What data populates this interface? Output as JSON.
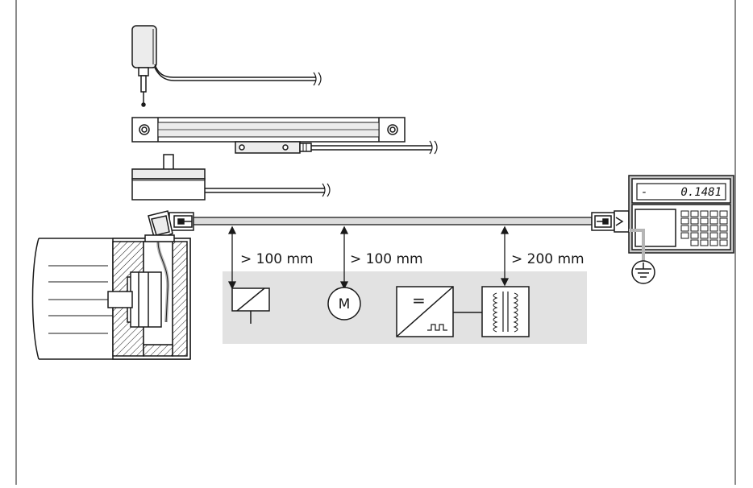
{
  "distances": {
    "relay": "> 100 mm",
    "motor": "> 100 mm",
    "transformer": "> 200 mm"
  },
  "motor_symbol": "M",
  "converter_symbol": "=",
  "display": {
    "sign": "-",
    "value": "0.1481"
  },
  "colors": {
    "line": "#1a1a1a",
    "interference_zone": "#e2e2e2",
    "cable_fill": "#dcdcdc",
    "shield_gray": "#b5b5b5",
    "device_fill": "#ececec",
    "display_panel": "#c7c7c7"
  },
  "icons": [
    "power-supply-icon",
    "linear-encoder-icon",
    "rotary-encoder-icon",
    "relay-icon",
    "motor-icon",
    "frequency-converter-icon",
    "transformer-icon",
    "readout-unit-icon",
    "ground-icon"
  ]
}
